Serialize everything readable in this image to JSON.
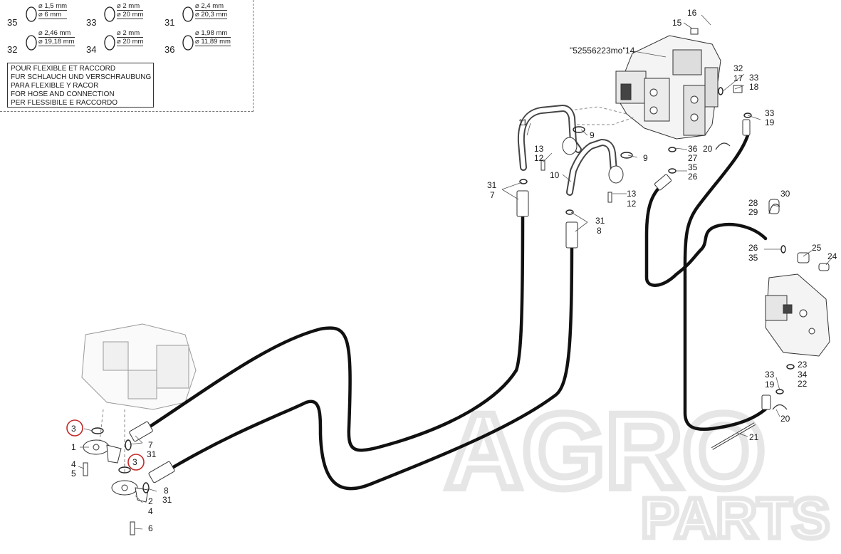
{
  "legend": {
    "seals": [
      {
        "num": "35",
        "d1": "⌀ 1,5 mm",
        "d2": "⌀ 6 mm"
      },
      {
        "num": "33",
        "d1": "⌀ 2 mm",
        "d2": "⌀ 20 mm"
      },
      {
        "num": "31",
        "d1": "⌀ 2,4 mm",
        "d2": "⌀ 20,3 mm"
      },
      {
        "num": "32",
        "d1": "⌀ 2,46 mm",
        "d2": "⌀ 19,18 mm"
      },
      {
        "num": "34",
        "d1": "⌀ 2 mm",
        "d2": "⌀ 20 mm"
      },
      {
        "num": "36",
        "d1": "⌀ 1,98 mm",
        "d2": "⌀ 11,89 mm"
      }
    ],
    "note_lines": [
      "POUR FLEXIBLE ET RACCORD",
      "FUR SCHLAUCH UND VERSCHRAUBUNG",
      "PARA FLEXIBLE Y RACOR",
      "FOR HOSE AND CONNECTION",
      "PER FLESSIBILE E RACCORDO"
    ]
  },
  "part_code": "\"52556223mo\"",
  "callouts": {
    "c16": "16",
    "c15": "15",
    "c14": "14",
    "c32r": "32",
    "c17": "17",
    "c33r": "33",
    "c18": "18",
    "c33b": "33",
    "c19b": "19",
    "c11": "11",
    "c9a": "9",
    "c9b": "9",
    "c13a": "13",
    "c12a": "12",
    "c10": "10",
    "c36": "36",
    "c27": "27",
    "c35a": "35",
    "c26a": "26",
    "c20a": "20",
    "c31a": "31",
    "c7a": "7",
    "c13b": "13",
    "c12b": "12",
    "c31b": "31",
    "c8a": "8",
    "c30": "30",
    "c28": "28",
    "c29": "29",
    "c26b": "26",
    "c35b": "35",
    "c25": "25",
    "c24": "24",
    "c23": "23",
    "c34": "34",
    "c22": "22",
    "c33c": "33",
    "c19c": "19",
    "c20b": "20",
    "c21": "21",
    "c3a": "3",
    "c1": "1",
    "c4a": "4",
    "c5": "5",
    "c7b": "7",
    "c31c": "31",
    "c3b": "3",
    "c2": "2",
    "c8b": "8",
    "c31d": "31",
    "c4b": "4",
    "c6": "6"
  },
  "watermark": {
    "line1": "AGRO",
    "line2": "PARTS"
  },
  "colors": {
    "hose": "#111111",
    "highlight": "#c62828",
    "ink": "#1a1a1a",
    "faint": "#9a9a9a",
    "watermark": "#e6e6e6"
  }
}
